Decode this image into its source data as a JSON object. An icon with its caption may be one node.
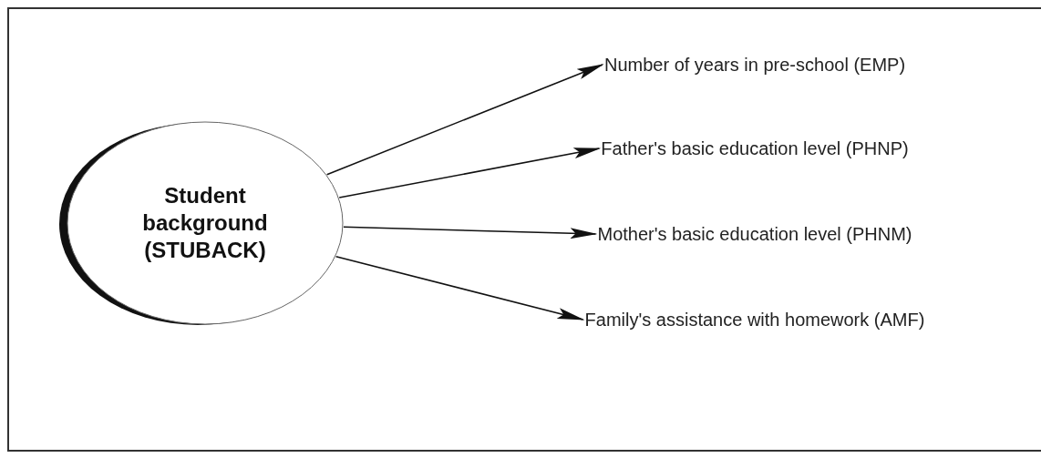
{
  "diagram": {
    "nodes": [
      {
        "text": [
          "Student background (STUBACK)"
        ]
      },
      {
        "text": [
          "Number of years in pre-school (EMP)"
        ]
      },
      {
        "text": [
          "Father's basic education level (PHNP)"
        ]
      },
      {
        "text": [
          "Mother's basic education level (PHNM)"
        ]
      },
      {
        "text": [
          "Family's assistance with homework (AMF)"
        ]
      }
    ],
    "edges": [
      {
        "from": 0,
        "to": 1,
        "arrow": "to"
      },
      {
        "from": 0,
        "to": 2,
        "arrow": "to"
      },
      {
        "from": 0,
        "to": 3,
        "arrow": "to"
      },
      {
        "from": 0,
        "to": 4,
        "arrow": "to"
      }
    ]
  }
}
